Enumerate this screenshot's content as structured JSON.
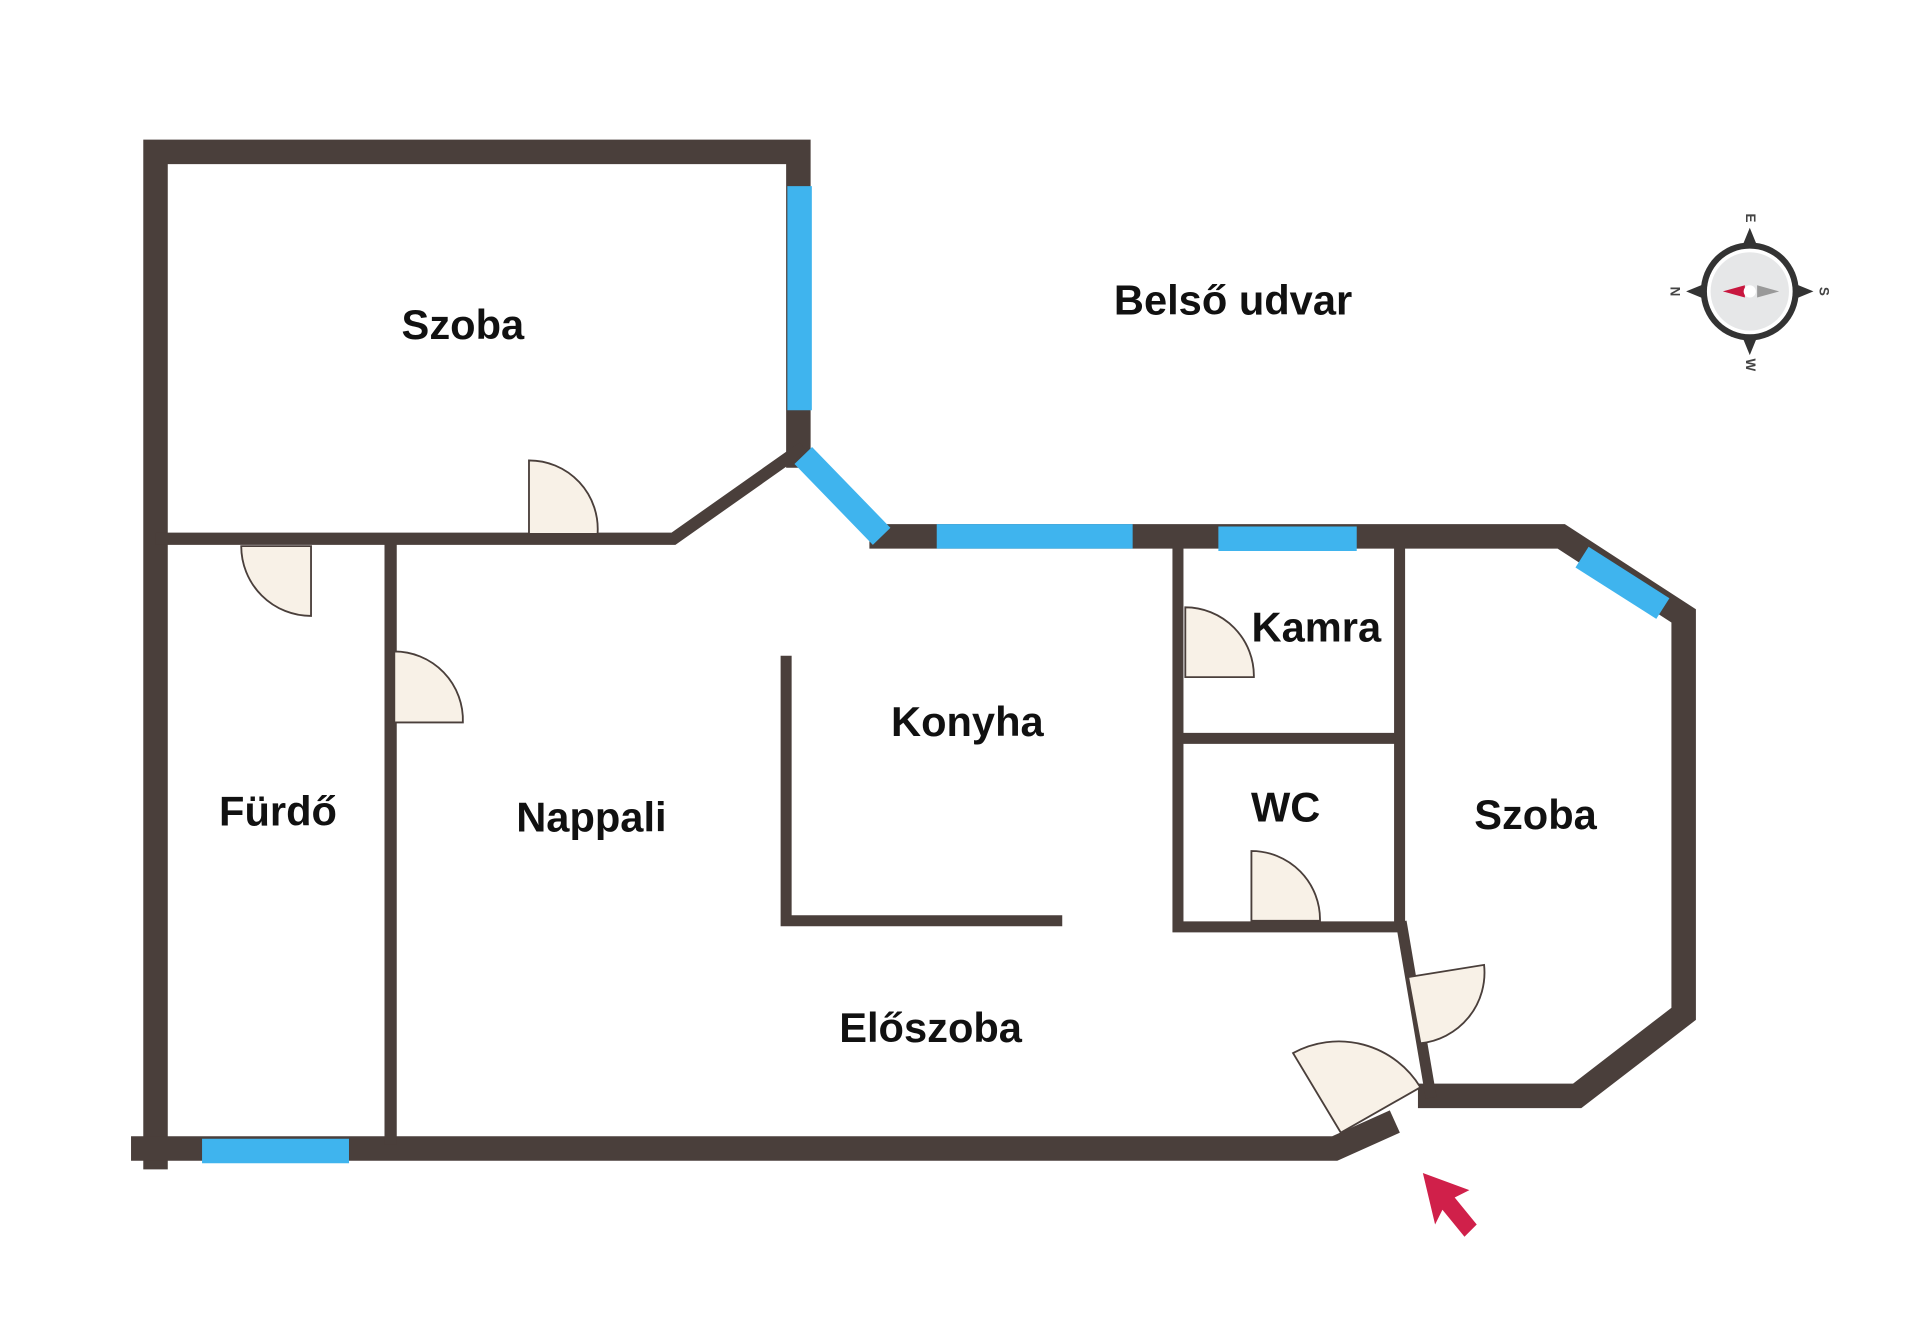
{
  "rooms": {
    "szoba_top": "Szoba",
    "courtyard": "Belső udvar",
    "kamra": "Kamra",
    "konyha": "Konyha",
    "furdo": "Fürdő",
    "nappali": "Nappali",
    "wc": "WC",
    "szoba_right": "Szoba",
    "eloszoba": "Előszoba"
  },
  "compass": {
    "n": "N",
    "e": "E",
    "s": "S",
    "w": "W"
  },
  "colors": {
    "wall": "#4a3f3b",
    "window": "#3fb4ee",
    "door": "#f8f1e7",
    "entrance_arrow": "#d0204a"
  }
}
